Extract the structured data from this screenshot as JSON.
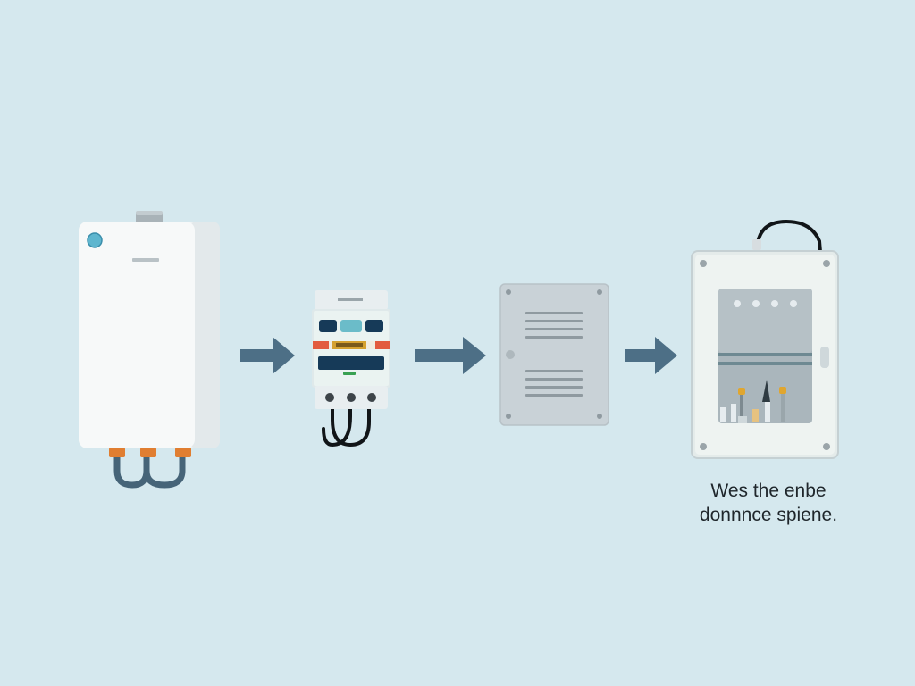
{
  "diagram": {
    "nodes": [
      {
        "id": "water-heater",
        "icon": "water-heater-icon"
      },
      {
        "id": "breaker-unit",
        "icon": "circuit-breaker-icon"
      },
      {
        "id": "cover-panel",
        "icon": "vented-panel-icon"
      },
      {
        "id": "open-panel",
        "icon": "open-electrical-panel-icon"
      }
    ],
    "caption": {
      "line1": "Wes the enbe",
      "line2": "donnnce spiene."
    }
  },
  "colors": {
    "background": "#d5e8ee",
    "arrow": "#4d6f86",
    "pipe": "#466478",
    "fitting": "#e07e31",
    "panel_grey": "#c9d2d7",
    "caption_text": "#1f262b"
  }
}
